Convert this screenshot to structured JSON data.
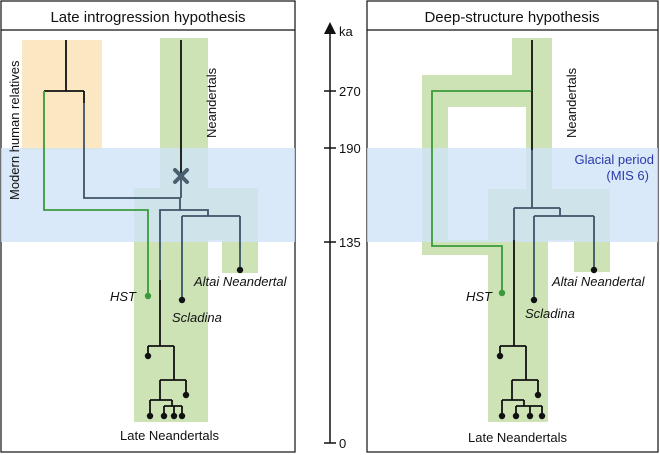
{
  "panels": {
    "left": {
      "title": "Late introgression hypothesis"
    },
    "right": {
      "title": "Deep-structure hypothesis"
    }
  },
  "labels": {
    "modern_human_relatives": "Modern human relatives",
    "neandertals_left": "Neandertals",
    "neandertals_right": "Neandertals",
    "hst_left": "HST",
    "hst_right": "HST",
    "scladina_left": "Scladina",
    "scladina_right": "Scladina",
    "altai_left": "Altai Neandertal",
    "altai_right": "Altai Neandertal",
    "late_neandertals_left": "Late Neandertals",
    "late_neandertals_right": "Late Neandertals",
    "glacial_line1": "Glacial period",
    "glacial_line2": "(MIS 6)"
  },
  "axis": {
    "unit": "ka",
    "ticks": [
      {
        "label": "270"
      },
      {
        "label": "190"
      },
      {
        "label": "135"
      },
      {
        "label": "0"
      }
    ]
  },
  "colors": {
    "neandertal_band": "#cde3b6",
    "modern_band": "#fbe8c2",
    "glacial_band": "#cfe4f7",
    "hst_lineage": "#3a9a3a",
    "tree_black": "#111111",
    "tree_slate": "#3c5468",
    "glacial_text": "#2a3aa8",
    "cross_marker": "#4a5f70"
  }
}
